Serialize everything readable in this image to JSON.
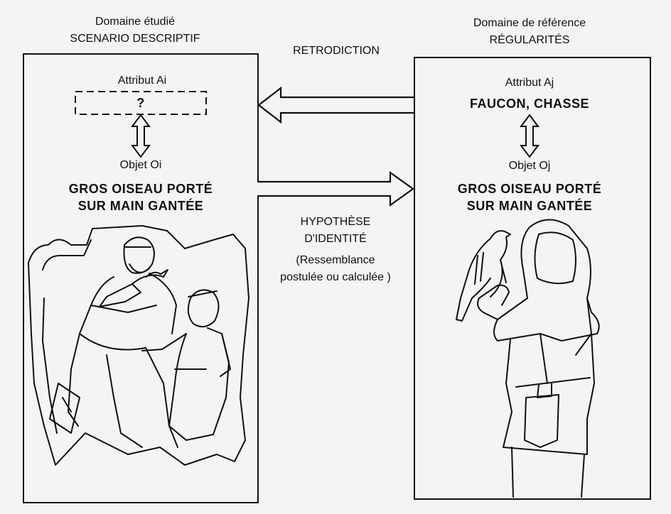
{
  "left": {
    "domain_title": "Domaine étudié",
    "domain_subtitle": "SCENARIO DESCRIPTIF",
    "attribute_label": "Attribut Ai",
    "attribute_value": "?",
    "object_label": "Objet Oi",
    "object_line1": "GROS OISEAU PORTÉ",
    "object_line2": "SUR MAIN GANTÉE"
  },
  "right": {
    "domain_title": "Domaine de référence",
    "domain_subtitle": "RÉGULARITÉS",
    "attribute_label": "Attribut Aj",
    "attribute_value": "FAUCON, CHASSE",
    "object_label": "Objet Oj",
    "object_line1": "GROS OISEAU PORTÉ",
    "object_line2": "SUR MAIN GANTÉE"
  },
  "center": {
    "retrodiction": "RETRODICTION",
    "hypothesis_line1": "HYPOTHÈSE",
    "hypothesis_line2": "D'IDENTITÉ",
    "note_line1": "(Ressemblance",
    "note_line2": "postulée ou calculée )"
  },
  "illustrations": {
    "left": "relief-sculpture-illustration",
    "right": "falconer-illustration"
  }
}
